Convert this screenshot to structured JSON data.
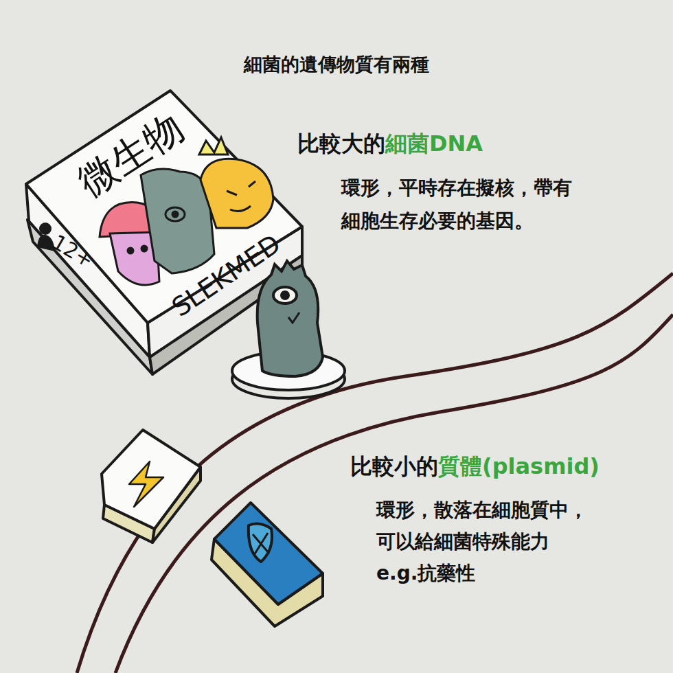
{
  "diagram": {
    "title": "細菌的遺傳物質有兩種",
    "labels": [
      "微生物",
      "12+",
      "SLEKMED",
      "比較大的",
      "細菌DNA",
      "環形，平時存在擬核，帶有 細胞生存必要的基因。",
      "比較小的",
      "質體(plasmid)",
      "環形，散落在細胞質中， 可以給細菌特殊能力 e.g.抗藥性"
    ]
  }
}
